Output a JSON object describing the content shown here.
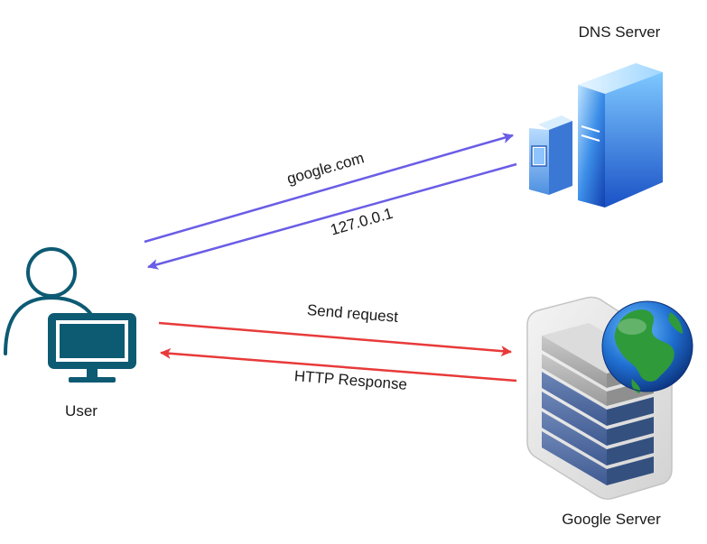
{
  "nodes": {
    "user": {
      "label": "User",
      "icon": "user-computer-icon",
      "color": "#0d5a73"
    },
    "dns_server": {
      "label": "DNS Server",
      "icon": "dns-server-icon",
      "color": "#1e6fd9"
    },
    "google_server": {
      "label": "Google Server",
      "icon": "server-rack-globe-icon",
      "color": "#4f6fa8"
    }
  },
  "edges": [
    {
      "id": "dns-query",
      "from": "User",
      "to": "DNS Server",
      "label": "google.com",
      "color": "#6a5de6"
    },
    {
      "id": "dns-reply",
      "from": "DNS Server",
      "to": "User",
      "label": "127.0.0.1",
      "color": "#6a5de6"
    },
    {
      "id": "http-request",
      "from": "User",
      "to": "Google Server",
      "label": "Send request",
      "color": "#e83a3a"
    },
    {
      "id": "http-response",
      "from": "Google Server",
      "to": "User",
      "label": "HTTP Response",
      "color": "#e83a3a"
    }
  ]
}
